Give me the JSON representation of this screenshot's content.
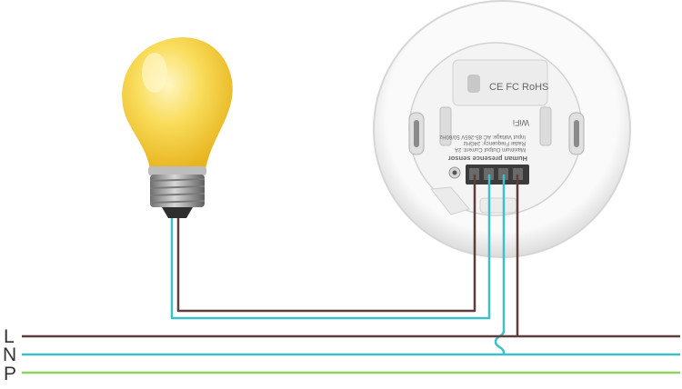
{
  "lines": [
    {
      "label": "L",
      "color": "#5a3f3c"
    },
    {
      "label": "N",
      "color": "#3fbfca"
    },
    {
      "label": "P",
      "color": "#8ed35a"
    }
  ],
  "device": {
    "title": "Human presence sensor",
    "spec_voltage": "Input Voltage: AC 85-265V  50/60Hz",
    "spec_radar": "Radar Frequency: 24GHz",
    "spec_current": "Maximum Output Current: 2A",
    "wifi": "WiFi",
    "marks": "CE  FC  RoHS"
  },
  "colors": {
    "live_wire": "#5a3f3c",
    "neutral_wire": "#3fbfca",
    "earth_wire": "#8ed35a",
    "bulb_glass": "#f8d34a",
    "bulb_highlight": "#fff3b0",
    "device_ring": "#e4e4e4",
    "device_face": "#f7f7f7"
  }
}
